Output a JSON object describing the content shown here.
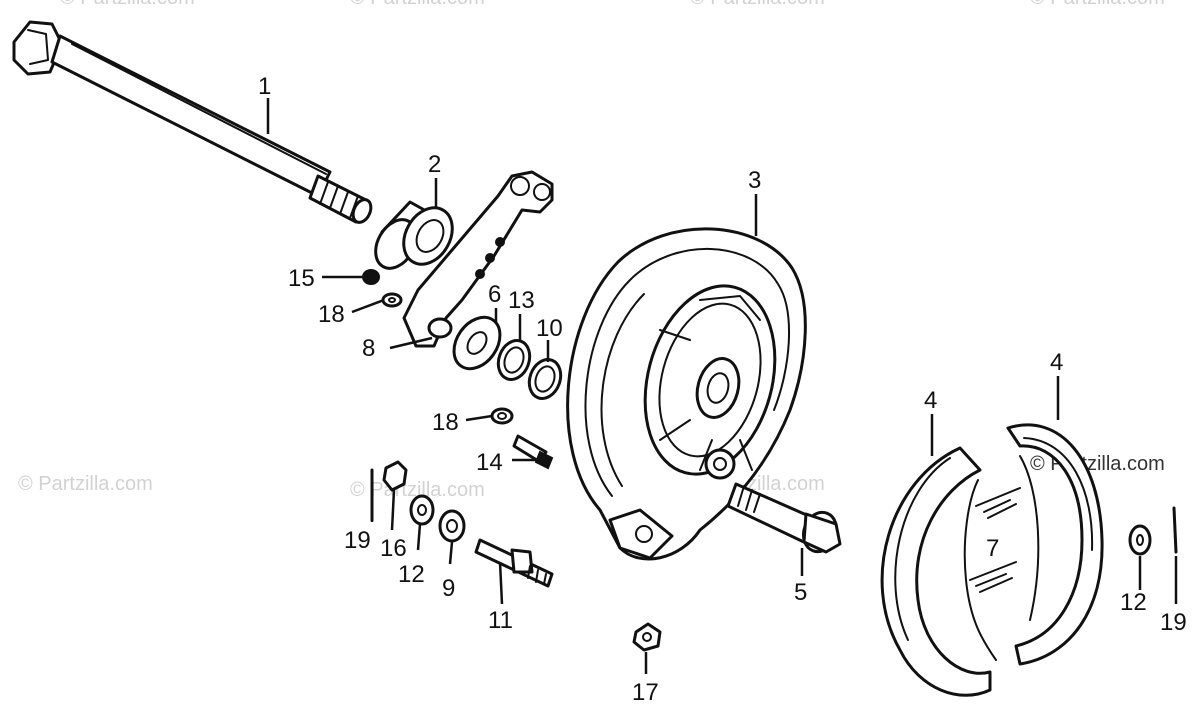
{
  "watermark": "© Partzilla.com",
  "callouts": {
    "c1": "1",
    "c2": "2",
    "c3": "3",
    "c4a": "4",
    "c4b": "4",
    "c5": "5",
    "c6": "6",
    "c7": "7",
    "c8": "8",
    "c9": "9",
    "c10": "10",
    "c11": "11",
    "c12a": "12",
    "c12b": "12",
    "c13": "13",
    "c14": "14",
    "c15": "15",
    "c16": "16",
    "c17": "17",
    "c18a": "18",
    "c18b": "18",
    "c19a": "19",
    "c19b": "19"
  }
}
